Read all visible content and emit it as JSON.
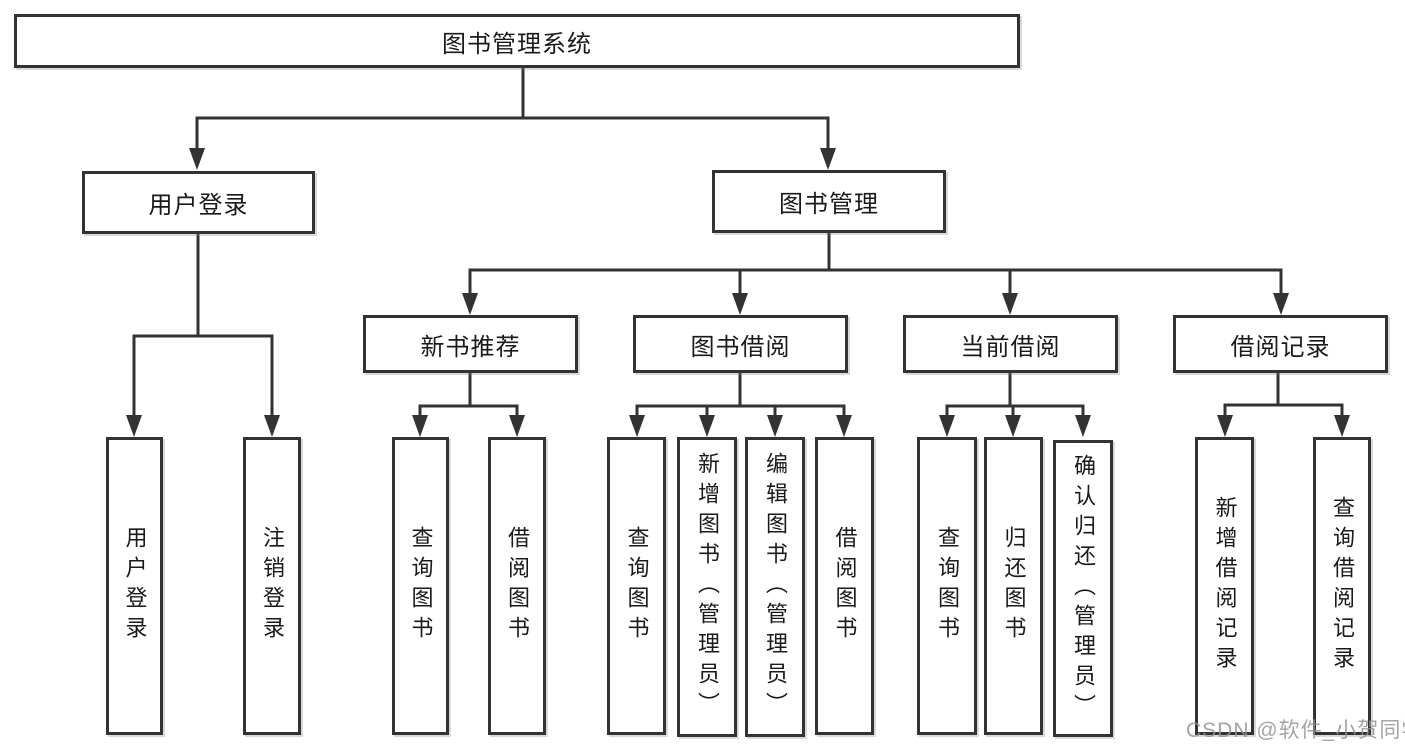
{
  "diagram": {
    "title": "图书管理系统",
    "level2": [
      {
        "label": "用户登录",
        "leaves": [
          "用户登录",
          "注销登录"
        ]
      },
      {
        "label": "图书管理"
      }
    ],
    "level3": [
      {
        "label": "新书推荐",
        "leaves": [
          "查询图书",
          "借阅图书"
        ]
      },
      {
        "label": "图书借阅",
        "leaves": [
          "查询图书",
          "新增图书（管理员）",
          "编辑图书（管理员）",
          "借阅图书"
        ]
      },
      {
        "label": "当前借阅",
        "leaves": [
          "查询图书",
          "归还图书",
          "确认归还（管理员）"
        ]
      },
      {
        "label": "借阅记录",
        "leaves": [
          "新增借阅记录",
          "查询借阅记录"
        ]
      }
    ],
    "watermark": "CSDN @软件_小贺同学",
    "colors": {
      "line": "#333333",
      "text": "#1a1a1a",
      "background": "#ffffff",
      "watermark": "#949494"
    }
  }
}
